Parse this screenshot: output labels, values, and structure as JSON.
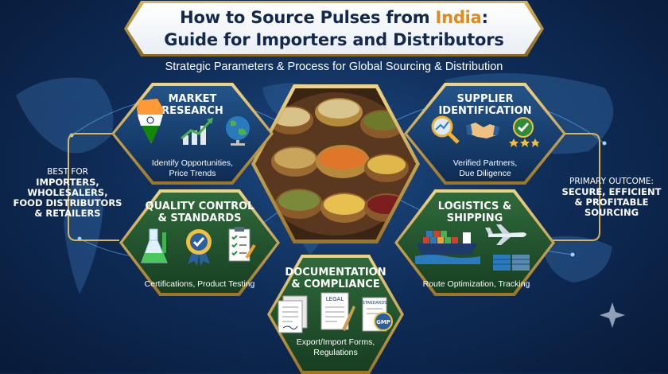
{
  "title": {
    "line1_prefix": "How to Source Pulses from ",
    "line1_highlight": "India",
    "line1_suffix": ":",
    "line2": "Guide for Importers and Distributors"
  },
  "subtitle": "Strategic Parameters & Process for Global Sourcing & Distribution",
  "colors": {
    "navy": "#0f2d59",
    "gold": "#d9b45a",
    "green": "#2f6a3a",
    "orange": "#e08a1e"
  },
  "center": {
    "image": "bowls-of-pulses"
  },
  "steps": [
    {
      "id": "market-research",
      "title_lines": [
        "MARKET",
        "RESEARCH"
      ],
      "desc_lines": [
        "Identify Opportunities,",
        "Price Trends"
      ],
      "icons": [
        "india-map-flag-icon",
        "growth-chart-icon",
        "globe-icon"
      ]
    },
    {
      "id": "supplier-identification",
      "title_lines": [
        "SUPPLIER",
        "IDENTIFICATION"
      ],
      "desc_lines": [
        "Verified Partners,",
        "Due Diligence"
      ],
      "icons": [
        "magnifier-chart-icon",
        "handshake-icon",
        "verified-badge-icon"
      ]
    },
    {
      "id": "quality-control",
      "title_lines": [
        "QUALITY CONTROL",
        "& STANDARDS"
      ],
      "desc_lines": [
        "Certifications, Product Testing"
      ],
      "icons": [
        "lab-flask-icon",
        "quality-seal-icon",
        "checklist-icon"
      ]
    },
    {
      "id": "logistics",
      "title_lines": [
        "LOGISTICS &",
        "SHIPPING"
      ],
      "desc_lines": [
        "Route Optimization, Tracking"
      ],
      "icons": [
        "cargo-ship-icon",
        "airplane-icon",
        "containers-icon"
      ]
    },
    {
      "id": "documentation",
      "title_lines": [
        "DOCUMENTATION",
        "& COMPLIANCE"
      ],
      "desc_lines": [
        "Export/Import Forms,",
        "Regulations"
      ],
      "icons": [
        "documents-icon",
        "legal-doc-icon",
        "gmp-certificate-icon"
      ],
      "icon_texts": {
        "legal": "LEGAL",
        "standards": "STANDARDS",
        "gmp": "GMP"
      }
    }
  ],
  "best_for": {
    "heading": "BEST FOR",
    "lines": [
      "IMPORTERS,",
      "WHOLESALERS,",
      "FOOD DISTRIBUTORS",
      "& RETAILERS"
    ]
  },
  "outcome": {
    "heading": "PRIMARY OUTCOME:",
    "lines": [
      "SECURE, EFFICIENT",
      "& PROFITABLE",
      "SOURCING"
    ]
  }
}
